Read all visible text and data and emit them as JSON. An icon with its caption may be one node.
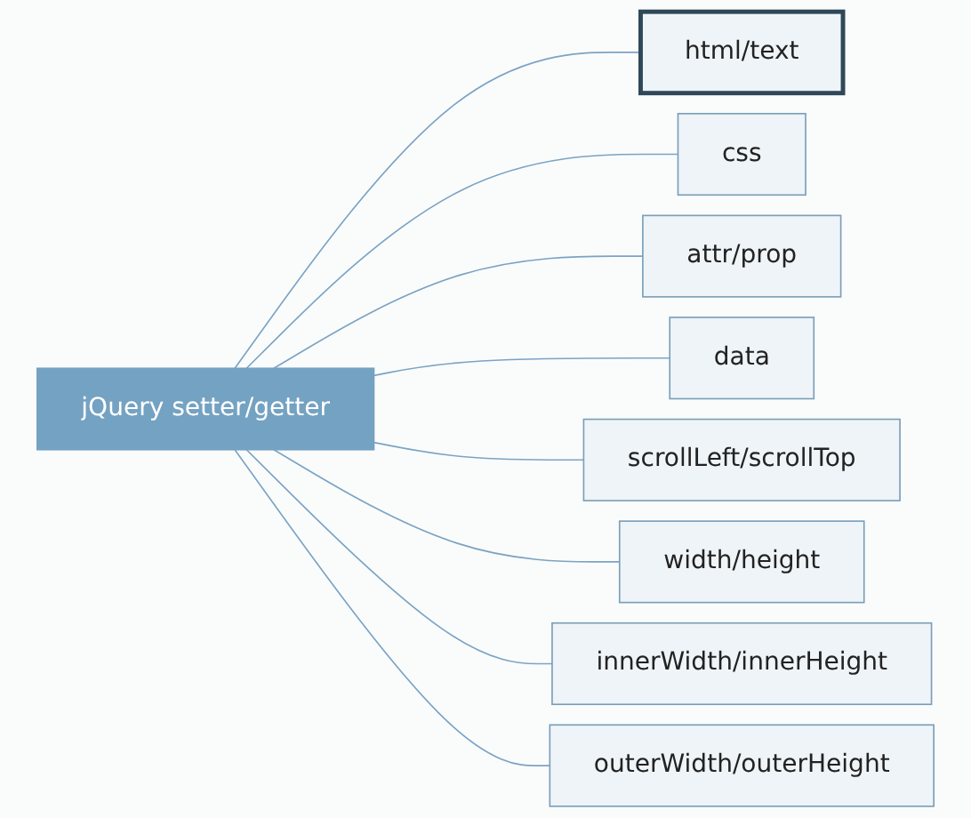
{
  "diagram": {
    "nodes": [
      {
        "text": [
          "jQuery setter/getter"
        ]
      },
      {
        "text": [
          "html/text"
        ]
      },
      {
        "text": [
          "css"
        ]
      },
      {
        "text": [
          "attr/prop"
        ]
      },
      {
        "text": [
          "data"
        ]
      },
      {
        "text": [
          "scrollLeft/scrollTop"
        ]
      },
      {
        "text": [
          "width/height"
        ]
      },
      {
        "text": [
          "innerWidth/innerHeight"
        ]
      },
      {
        "text": [
          "outerWidth/outerHeight"
        ]
      }
    ],
    "edges": [
      {
        "from": 0,
        "to": 1,
        "arrow": "none"
      },
      {
        "from": 0,
        "to": 2,
        "arrow": "none"
      },
      {
        "from": 0,
        "to": 3,
        "arrow": "none"
      },
      {
        "from": 0,
        "to": 4,
        "arrow": "none"
      },
      {
        "from": 0,
        "to": 5,
        "arrow": "none"
      },
      {
        "from": 0,
        "to": 6,
        "arrow": "none"
      },
      {
        "from": 0,
        "to": 7,
        "arrow": "none"
      },
      {
        "from": 0,
        "to": 8,
        "arrow": "none"
      }
    ]
  }
}
